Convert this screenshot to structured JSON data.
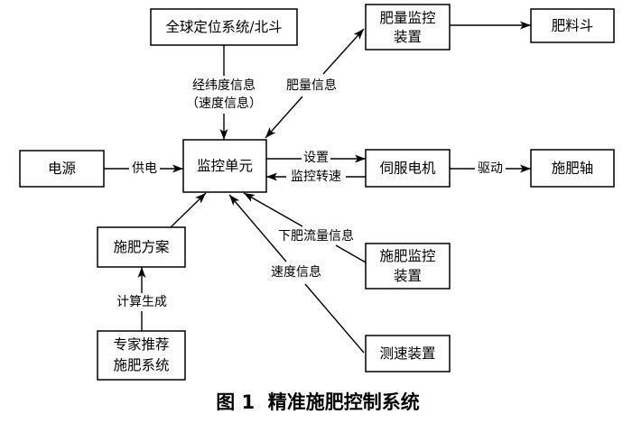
{
  "nodes": {
    "gps": {
      "lines": [
        "全球定位系统/北斗"
      ]
    },
    "fertilizer_amount_monitor": {
      "lines": [
        "肥量监控",
        "装置"
      ]
    },
    "fertilizer_hopper": {
      "lines": [
        "肥料斗"
      ]
    },
    "power_supply": {
      "lines": [
        "电源"
      ]
    },
    "monitoring_unit": {
      "lines": [
        "监控单元"
      ]
    },
    "servo_motor": {
      "lines": [
        "伺服电机"
      ]
    },
    "fertilizing_shaft": {
      "lines": [
        "施肥轴"
      ]
    },
    "fertilization_plan": {
      "lines": [
        "施肥方案"
      ]
    },
    "fertilization_monitor": {
      "lines": [
        "施肥监控",
        "装置"
      ]
    },
    "expert_system": {
      "lines": [
        "专家推荐",
        "施肥系统"
      ]
    },
    "speed_sensor": {
      "lines": [
        "测速装置"
      ]
    }
  },
  "edges": {
    "gps_to_monitoring_unit": {
      "label": [
        "经纬度信息",
        "（速度信息）"
      ]
    },
    "amount_monitor_monitoring_unit_link": {
      "label": [
        "肥量信息"
      ]
    },
    "amount_monitor_to_hopper": {
      "label": []
    },
    "power_to_monitoring_unit": {
      "label": [
        "供电"
      ]
    },
    "monitoring_unit_to_servo": {
      "label": [
        "设置"
      ]
    },
    "servo_to_monitoring_unit": {
      "label": [
        "监控转速"
      ]
    },
    "servo_to_shaft": {
      "label": [
        "驱动"
      ]
    },
    "plan_to_monitoring_unit": {
      "label": []
    },
    "expert_to_plan": {
      "label": [
        "计算生成"
      ]
    },
    "fertilization_monitor_to_monitoring_unit": {
      "label": [
        "下肥流量信息"
      ]
    },
    "speed_sensor_to_monitoring_unit": {
      "label": [
        "速度信息"
      ]
    }
  },
  "caption": "图 1  精准施肥控制系统"
}
